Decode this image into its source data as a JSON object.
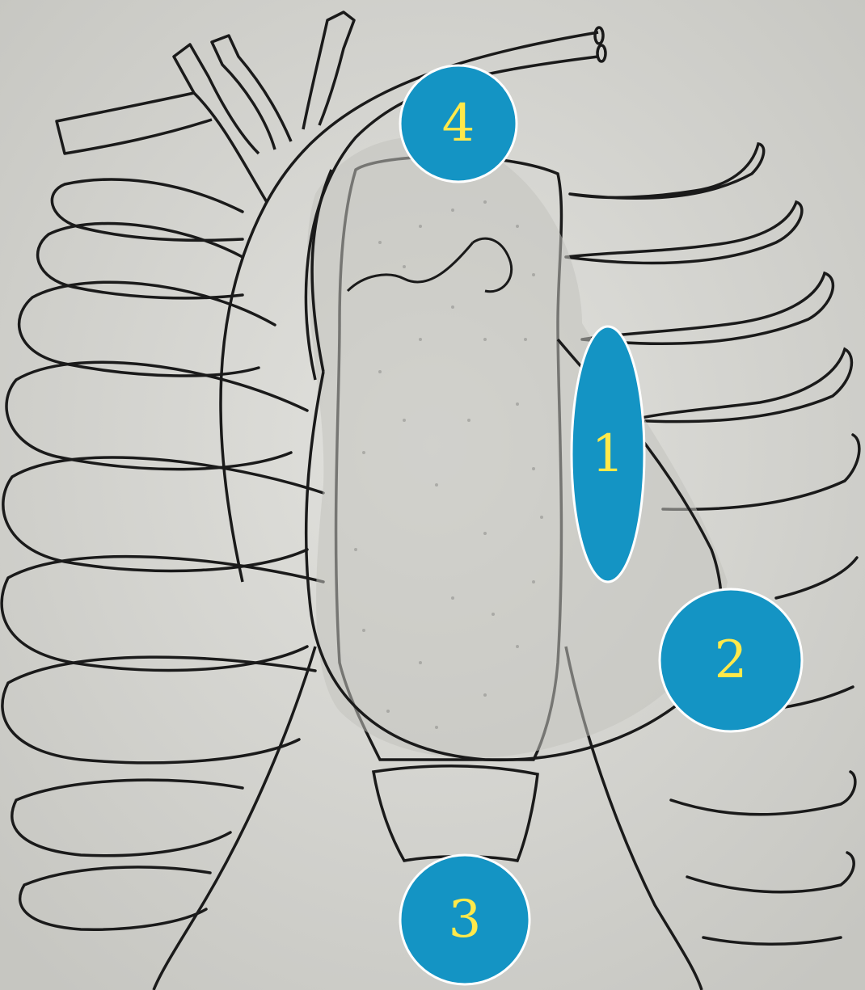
{
  "diagram": {
    "colors": {
      "background": "#d6d6d2",
      "line": "#1a1a1a",
      "heart_fill": "#c3c2bd",
      "marker_fill": "#1494c4",
      "marker_stroke": "#ffffff",
      "label_text": "#ffe94a"
    },
    "markers": [
      {
        "id": "1",
        "label": "1"
      },
      {
        "id": "2",
        "label": "2"
      },
      {
        "id": "3",
        "label": "3"
      },
      {
        "id": "4",
        "label": "4"
      }
    ]
  }
}
